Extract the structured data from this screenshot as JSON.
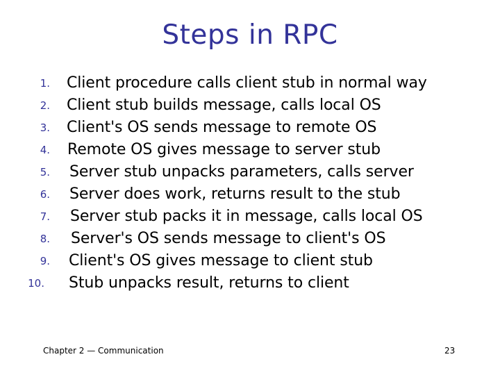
{
  "slide": {
    "title": "Steps in RPC",
    "title_color": "#333399",
    "number_color": "#333399",
    "text_color": "#000000",
    "background_color": "#ffffff"
  },
  "steps": [
    {
      "number": "1.",
      "text": "Client procedure calls client stub in normal way"
    },
    {
      "number": "2.",
      "text": "Client stub builds message, calls local OS"
    },
    {
      "number": "3.",
      "text": "Client's OS sends message to remote OS"
    },
    {
      "number": "4.",
      "text": "Remote OS gives message to server stub"
    },
    {
      "number": "5.",
      "text": "Server stub unpacks parameters, calls server"
    },
    {
      "number": "6.",
      "text": "Server does work, returns result to the stub"
    },
    {
      "number": "7.",
      "text": "Server stub packs it in message, calls local OS"
    },
    {
      "number": "8.",
      "text": "Server's OS sends message to client's OS"
    },
    {
      "number": "9.",
      "text": "Client's OS gives message to client stub"
    },
    {
      "number": "10.",
      "text": "Stub unpacks result, returns to client"
    }
  ],
  "footer": {
    "note": "Chapter 2 — Communication",
    "page": "23"
  }
}
